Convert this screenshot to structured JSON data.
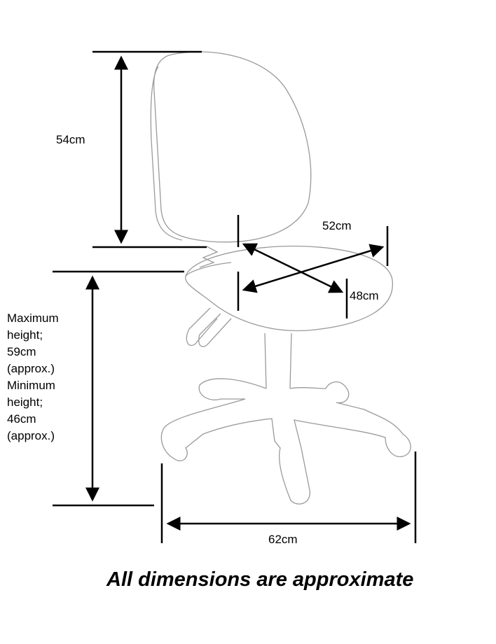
{
  "dimensions": {
    "backrest_height": "54cm",
    "seat_width": "52cm",
    "seat_depth": "48cm",
    "base_width": "62cm",
    "seat_height_lines": [
      "Maximum",
      "height;",
      "59cm",
      "(approx.)",
      "Minimum",
      "height;",
      "46cm",
      "(approx.)"
    ]
  },
  "footer": "All dimensions are approximate",
  "colors": {
    "outline": "#9a9a9a",
    "dimension": "#000000"
  }
}
